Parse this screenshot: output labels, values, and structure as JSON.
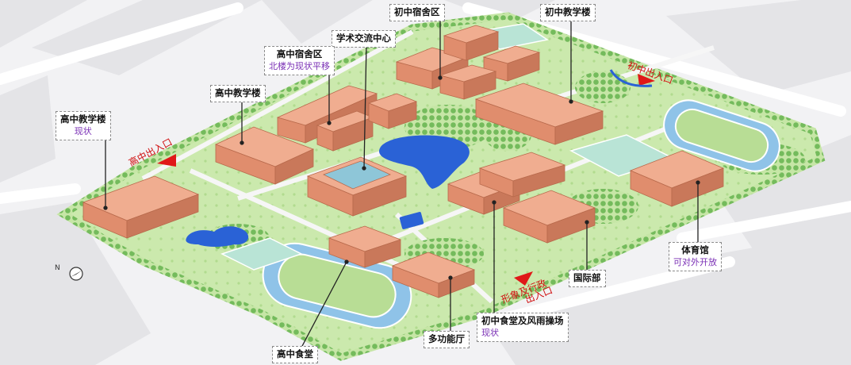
{
  "labels": {
    "junior_dorm": "初中宿舍区",
    "junior_teaching": "初中教学楼",
    "academic_center": "学术交流中心",
    "senior_dorm": "高中宿舍区",
    "senior_dorm_note": "北楼为现状平移",
    "senior_teaching": "高中教学楼",
    "senior_teaching_bldg": "高中教学楼",
    "senior_teaching_bldg_note": "现状",
    "gym": "体育馆",
    "gym_note": "可对外开放",
    "international": "国际部",
    "junior_canteen": "初中食堂及风雨操场",
    "junior_canteen_note": "现状",
    "multi_hall": "多功能厅",
    "senior_canteen": "高中食堂"
  },
  "gates": {
    "junior_gate": "初中出入口",
    "senior_gate": "高中出入口",
    "main_gate_line1": "形象及行政",
    "main_gate_line2": "出入口"
  },
  "compass": {
    "label": "N"
  },
  "colors": {
    "building": "#e59a7c",
    "building_roof": "#f0ad90",
    "grass": "#bfe3a0",
    "tree": "#6fb957",
    "water": "#2a62d6",
    "track": "#8fc3e8",
    "road": "#ffffff",
    "gate_arrow": "#e01818",
    "note_text": "#7a2fb5"
  }
}
